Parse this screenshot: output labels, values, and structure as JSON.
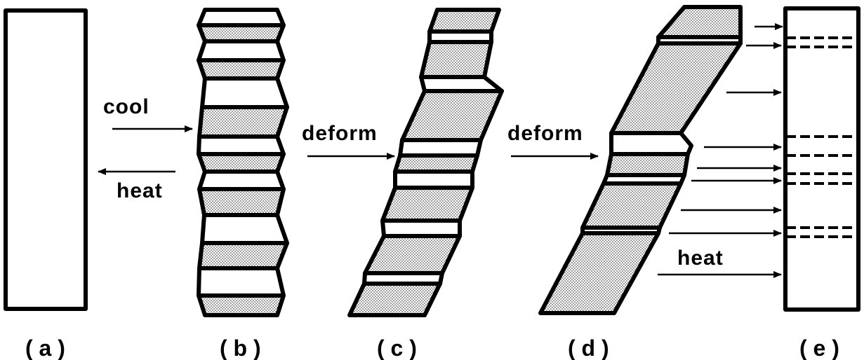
{
  "panels": [
    {
      "id": "a",
      "label": "( a )"
    },
    {
      "id": "b",
      "label": "( b )"
    },
    {
      "id": "c",
      "label": "( c )"
    },
    {
      "id": "d",
      "label": "( d )"
    },
    {
      "id": "e",
      "label": "( e )"
    }
  ],
  "arrows": {
    "cool": "cool",
    "heat_back": "heat",
    "deform_1": "deform",
    "deform_2": "deform",
    "heat_forward": "heat"
  }
}
